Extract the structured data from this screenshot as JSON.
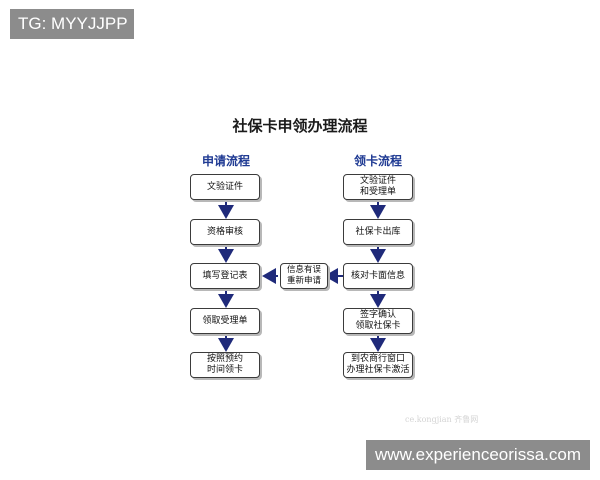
{
  "tag": "TG: MYYJJPP",
  "site": "www.experienceorissa.com",
  "title": "社保卡申领办理流程",
  "left_column": {
    "heading": "申请流程",
    "steps": [
      "文验证件",
      "资格审核",
      "填写登记表",
      "领取受理单",
      "按照预约\n时间领卡"
    ]
  },
  "right_column": {
    "heading": "领卡流程",
    "steps": [
      "文验证件\n和受理单",
      "社保卡出库",
      "核对卡面信息",
      "签字确认\n领取社保卡",
      "到农商行窗口\n办理社保卡激活"
    ]
  },
  "middle_box": "信息有误\n重新申请",
  "watermark": "ce.kongjian 齐鲁网",
  "colors": {
    "arrow": "#1f2a7a",
    "heading": "#1f3a93"
  }
}
